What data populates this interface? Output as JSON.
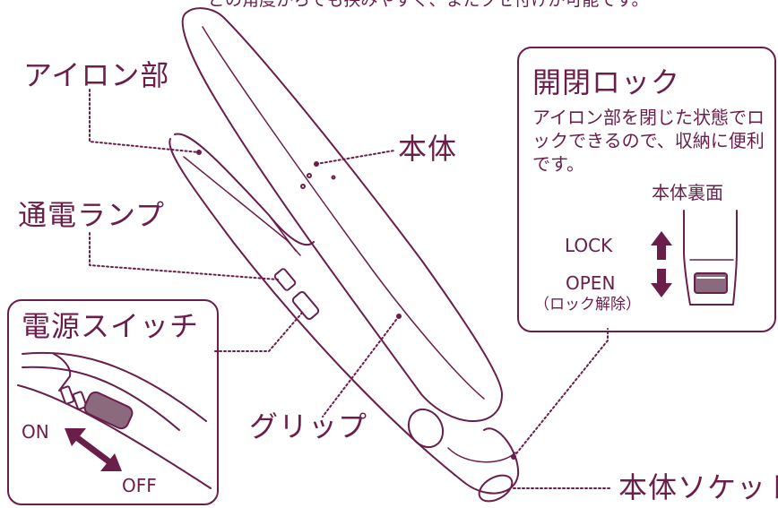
{
  "header_fragment": "どの角度からでも挟みやすく、またクセ付けが可能です。",
  "labels": {
    "iron": "アイロン部",
    "body": "本体",
    "lamp": "通電ランプ",
    "grip": "グリップ",
    "socket": "本体ソケット"
  },
  "switch_box": {
    "title": "電源スイッチ",
    "on": "ON",
    "off": "OFF"
  },
  "lock_box": {
    "title": "開閉ロック",
    "desc": "アイロン部を閉じた状態でロックできるので、収納に便利です。",
    "back_label": "本体裏面",
    "lock": "LOCK",
    "open": "OPEN",
    "release": "（ロック解除）"
  },
  "colors": {
    "accent": "#6a1e4a",
    "background": "#ffffff"
  }
}
